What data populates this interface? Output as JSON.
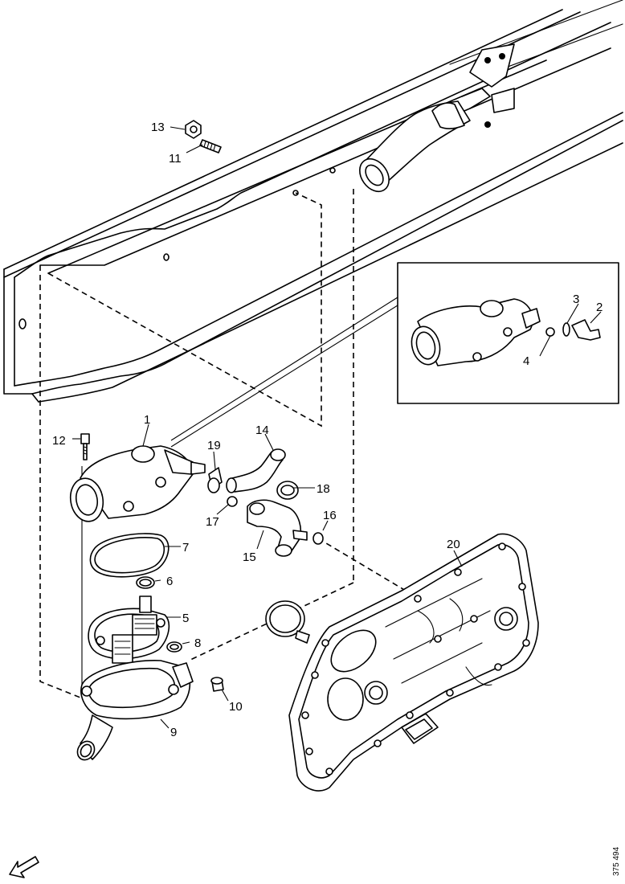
{
  "diagram": {
    "callouts": {
      "c1": "1",
      "c2": "2",
      "c3": "3",
      "c4": "4",
      "c5": "5",
      "c6": "6",
      "c7": "7",
      "c8": "8",
      "c9": "9",
      "c10": "10",
      "c11": "11",
      "c12": "12",
      "c13": "13",
      "c14": "14",
      "c15": "15",
      "c16": "16",
      "c17": "17",
      "c18": "18",
      "c19": "19",
      "c20": "20"
    },
    "reference_number": "375 494",
    "orientation_arrow_icon": "front-direction-arrow-icon"
  }
}
